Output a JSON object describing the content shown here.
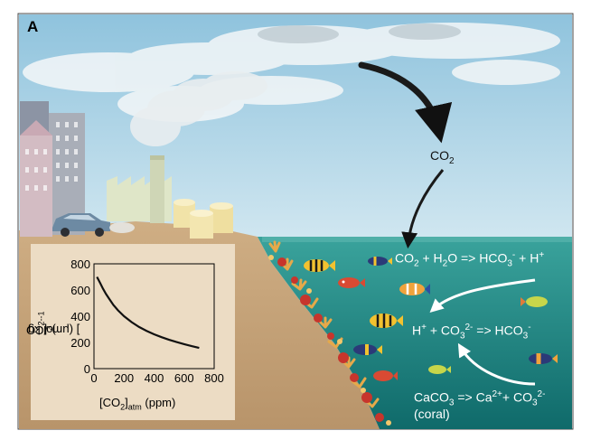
{
  "panel_label": "A",
  "atmosphere": {
    "co2": "CO",
    "co2_sub": "2"
  },
  "reaction1": {
    "t1": "CO",
    "s1": "2",
    "t2": " + H",
    "s2": "2",
    "t3": "O => HCO",
    "s3": "3",
    "p3": "-",
    "t4": " + H",
    "p4": "+"
  },
  "reaction2": {
    "t1": "H",
    "p1": "+",
    "t2": " + CO",
    "s2": "3",
    "p2": "2-",
    "t3": " => HCO",
    "s3": "3",
    "p3": "-"
  },
  "reaction3": {
    "t1": "CaCO",
    "s1": "3",
    "t2": " => Ca",
    "p2": "2+",
    "t3": "+ CO",
    "s3": "3",
    "p3": "2-",
    "coral": "(coral)"
  },
  "colors": {
    "sky_top": "#8fc3dd",
    "sky_bottom": "#cfe6f0",
    "ocean": "#1f7b76",
    "ocean_surface": "#3aa39c",
    "ground": "#c9a77c",
    "inset_bg": "#ecdcc4"
  },
  "chart_data": {
    "type": "line",
    "xlabel": {
      "t1": "[CO",
      "s1": "2",
      "t2": "]",
      "s2": "atm",
      "t3": " (ppm)"
    },
    "ylabel": {
      "t1": "[CO",
      "s1": "3",
      "p1": "2-",
      "t2": "] (μmol kg",
      "p2": "-1",
      "t3": ")"
    },
    "xlim": [
      0,
      800
    ],
    "ylim": [
      0,
      800
    ],
    "xticks": [
      "0",
      "200",
      "400",
      "800"
    ],
    "xtick_values": [
      0,
      200,
      400,
      800
    ],
    "xtick_600_label": "600",
    "yticks": [
      "0",
      "200",
      "400",
      "600",
      "800"
    ],
    "ytick_values": [
      0,
      200,
      400,
      600,
      800
    ],
    "series": [
      {
        "values": [
          [
            20,
            700
          ],
          [
            40,
            655
          ],
          [
            60,
            610
          ],
          [
            80,
            570
          ],
          [
            100,
            535
          ],
          [
            130,
            485
          ],
          [
            160,
            445
          ],
          [
            200,
            400
          ],
          [
            250,
            355
          ],
          [
            300,
            318
          ],
          [
            350,
            288
          ],
          [
            400,
            262
          ],
          [
            450,
            240
          ],
          [
            500,
            220
          ],
          [
            550,
            203
          ],
          [
            600,
            187
          ],
          [
            650,
            172
          ],
          [
            700,
            158
          ]
        ]
      }
    ]
  }
}
